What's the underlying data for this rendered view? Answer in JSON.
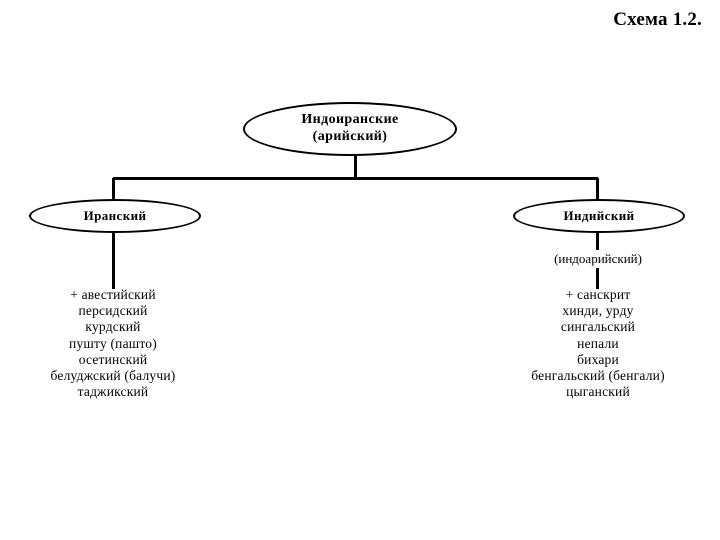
{
  "slide": {
    "title": "Схема 1.2.",
    "background_color": "#ffffff",
    "line_color": "#000000",
    "text_color": "#000000"
  },
  "diagram": {
    "type": "tree",
    "root": {
      "label_line1": "Индоиранские",
      "label_line2": "(арийский)"
    },
    "branches": [
      {
        "name": "iranian",
        "label": "Иранский",
        "subcaption": "",
        "languages": [
          "+ авестийский",
          "персидский",
          "курдский",
          "пушту (пашто)",
          "осетинский",
          "белуджский (балучи)",
          "таджикский"
        ]
      },
      {
        "name": "indian",
        "label": "Индийский",
        "subcaption": "(индоарийский)",
        "languages": [
          "+ санскрит",
          "хинди, урду",
          "сингальский",
          "непали",
          "бихари",
          "бенгальский (бенгали)",
          "цыганский"
        ]
      }
    ]
  }
}
